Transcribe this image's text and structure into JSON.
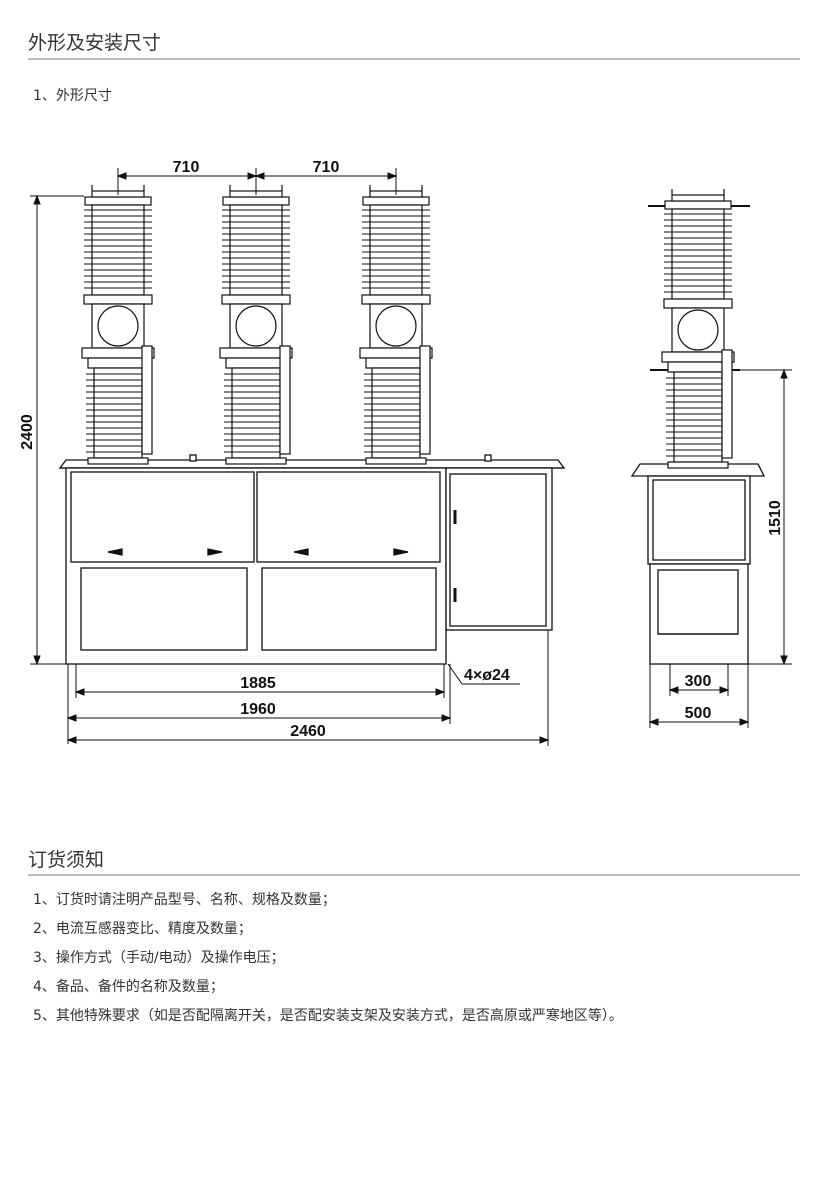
{
  "section1": {
    "title": "外形及安装尺寸",
    "subtitle": "1、外形尺寸"
  },
  "dimensions": {
    "pitch_left": "710",
    "pitch_right": "710",
    "height_total": "2400",
    "height_side": "1510",
    "width_1885": "1885",
    "width_1960": "1960",
    "width_2460": "2460",
    "holes": "4×ø24",
    "side_300": "300",
    "side_500": "500"
  },
  "section2": {
    "title": "订货须知",
    "items": [
      "1、订货时请注明产品型号、名称、规格及数量；",
      "2、电流互感器变比、精度及数量；",
      "3、操作方式（手动/电动）及操作电压；",
      "4、备品、备件的名称及数量；",
      "5、其他特殊要求（如是否配隔离开关，是否配安装支架及安装方式，是否高原或严寒地区等）。"
    ]
  }
}
